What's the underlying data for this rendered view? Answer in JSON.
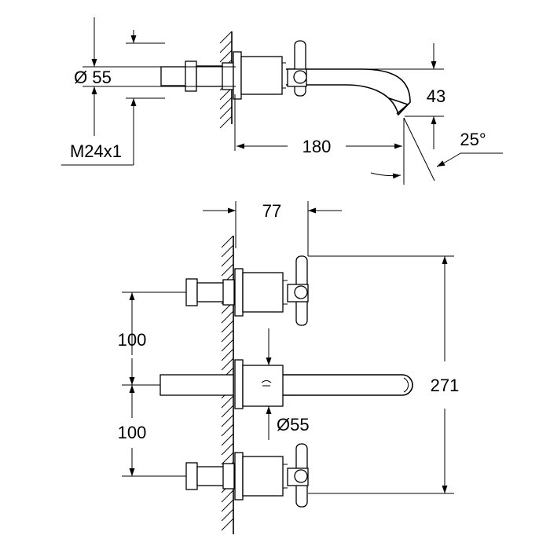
{
  "drawing": {
    "side_view": {
      "diameter_label": "Ø 55",
      "thread_label": "M24x1",
      "spout_length_label": "180",
      "spout_height_label": "43",
      "angle_label": "25°"
    },
    "front_view": {
      "projection_label": "77",
      "upper_spacing_label": "100",
      "lower_spacing_label": "100",
      "total_height_label": "271",
      "spout_diameter_label": "Ø55"
    },
    "colors": {
      "line": "#000000",
      "background": "#ffffff"
    }
  }
}
